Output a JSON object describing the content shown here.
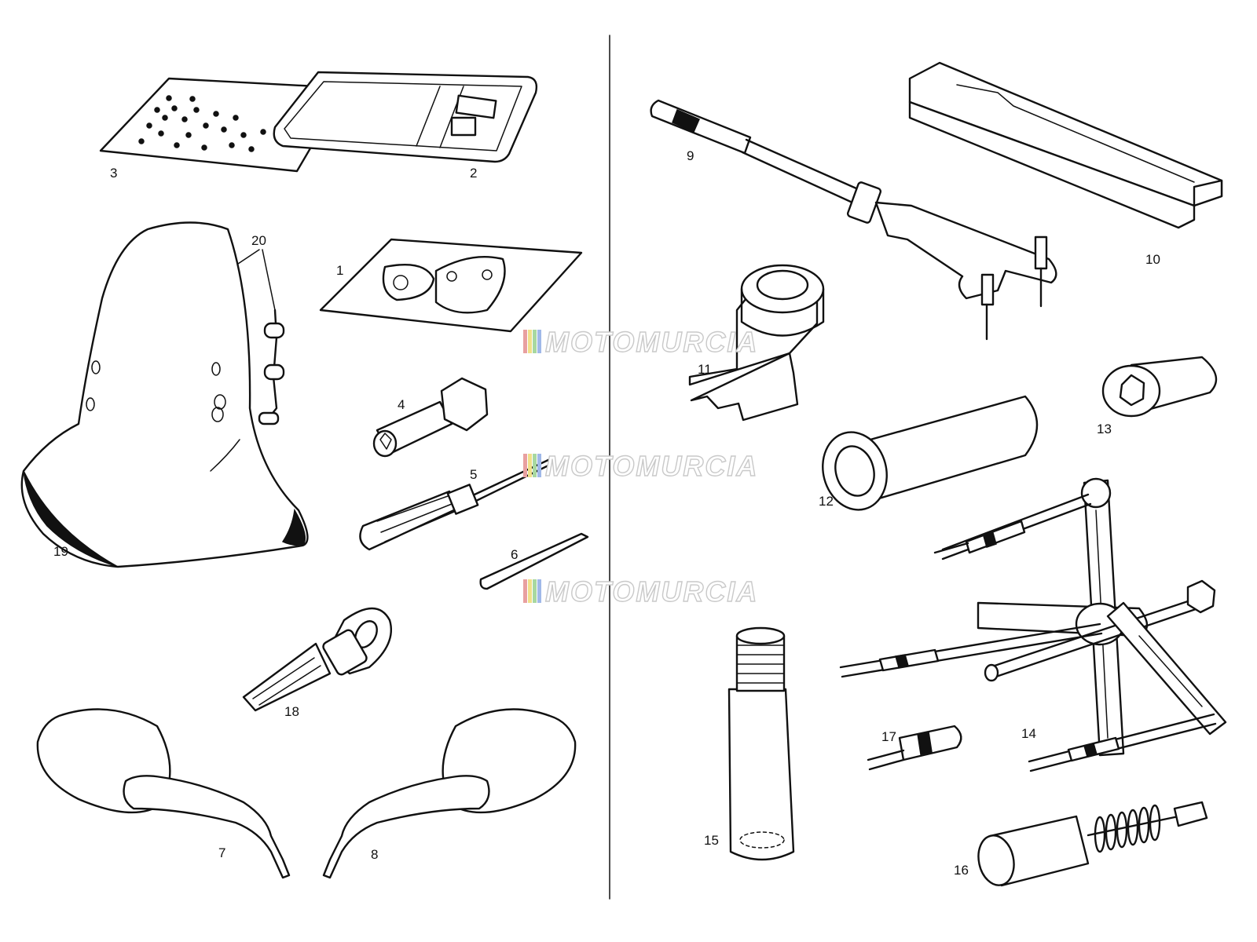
{
  "callouts": {
    "c1": "1",
    "c2": "2",
    "c3": "3",
    "c4": "4",
    "c5": "5",
    "c6": "6",
    "c7": "7",
    "c8": "8",
    "c9": "9",
    "c10": "10",
    "c11": "11",
    "c12": "12",
    "c13": "13",
    "c14": "14",
    "c15": "15",
    "c16": "16",
    "c17": "17",
    "c18": "18",
    "c19": "19",
    "c20": "20"
  },
  "watermark": {
    "text": "MOTOMURCIA",
    "stripe_colors": [
      "#e8a0a0",
      "#f0e08a",
      "#a8d8a0",
      "#a0b8e8"
    ]
  }
}
